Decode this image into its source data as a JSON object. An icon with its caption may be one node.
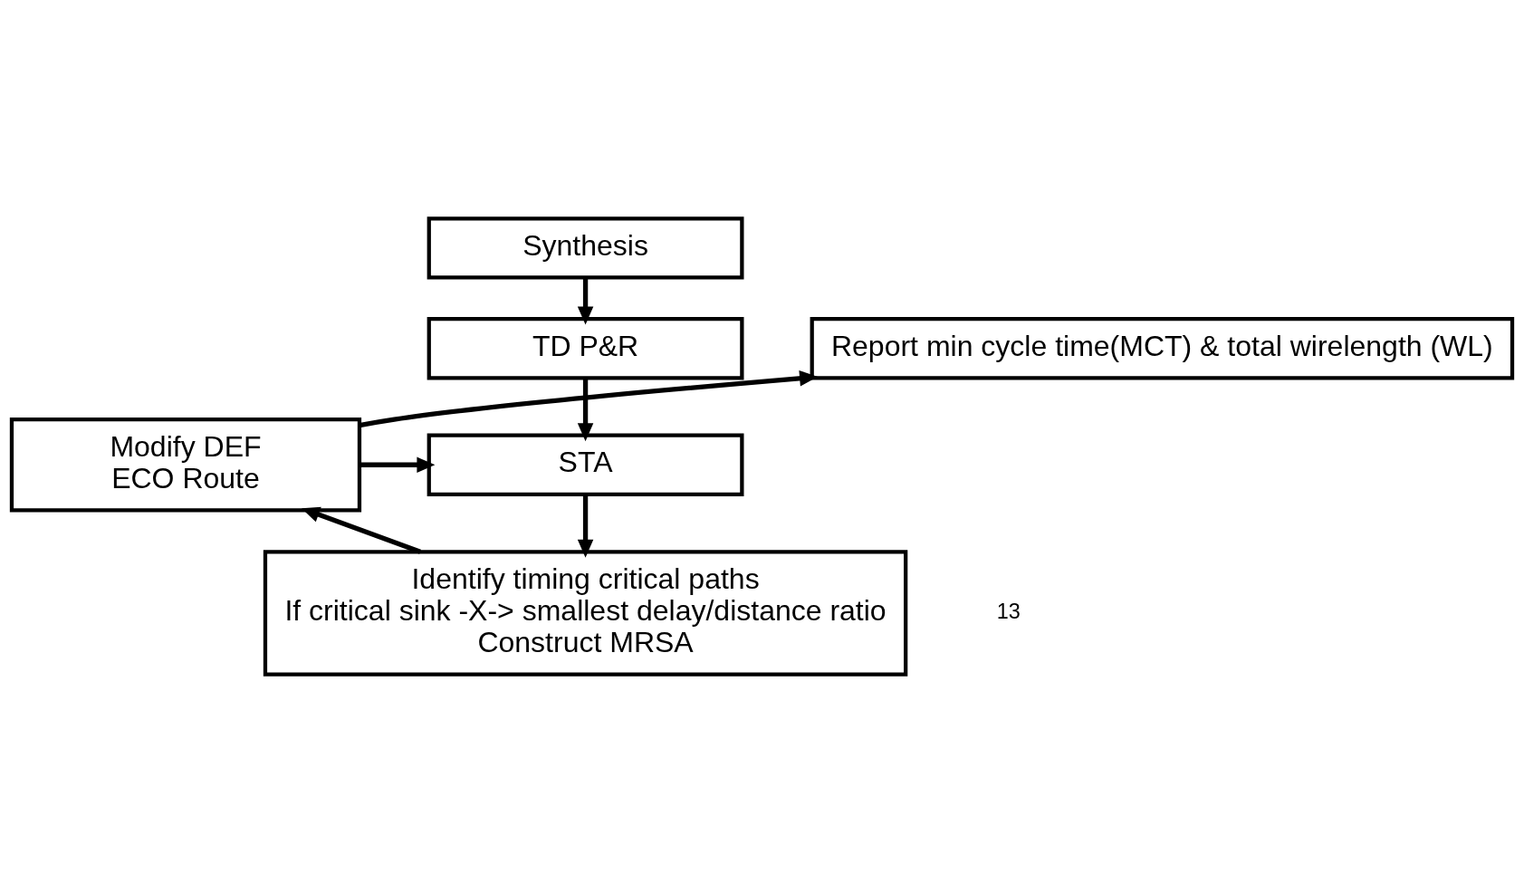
{
  "diagram": {
    "nodes": [
      {
        "text": [
          "Synthesis"
        ]
      },
      {
        "text": [
          "TD P&R"
        ]
      },
      {
        "text": [
          "STA"
        ]
      },
      {
        "text": [
          "Report min cycle time(MCT) & total wirelength (WL)"
        ]
      },
      {
        "text": [
          "Modify DEF",
          "ECO Route"
        ]
      },
      {
        "text": [
          "Identify timing critical paths",
          "If critical sink -X-> smallest delay/distance ratio",
          "Construct MRSA"
        ]
      }
    ],
    "edges": [
      {
        "from": 0,
        "to": 1,
        "arrow": "to"
      },
      {
        "from": 1,
        "to": 2,
        "arrow": "to"
      },
      {
        "from": 2,
        "to": 5,
        "arrow": "to"
      },
      {
        "from": 5,
        "to": 4,
        "arrow": "to"
      },
      {
        "from": 4,
        "to": 2,
        "arrow": "to"
      },
      {
        "from": 4,
        "to": 3,
        "arrow": "to"
      }
    ],
    "labels": [
      "13"
    ]
  }
}
